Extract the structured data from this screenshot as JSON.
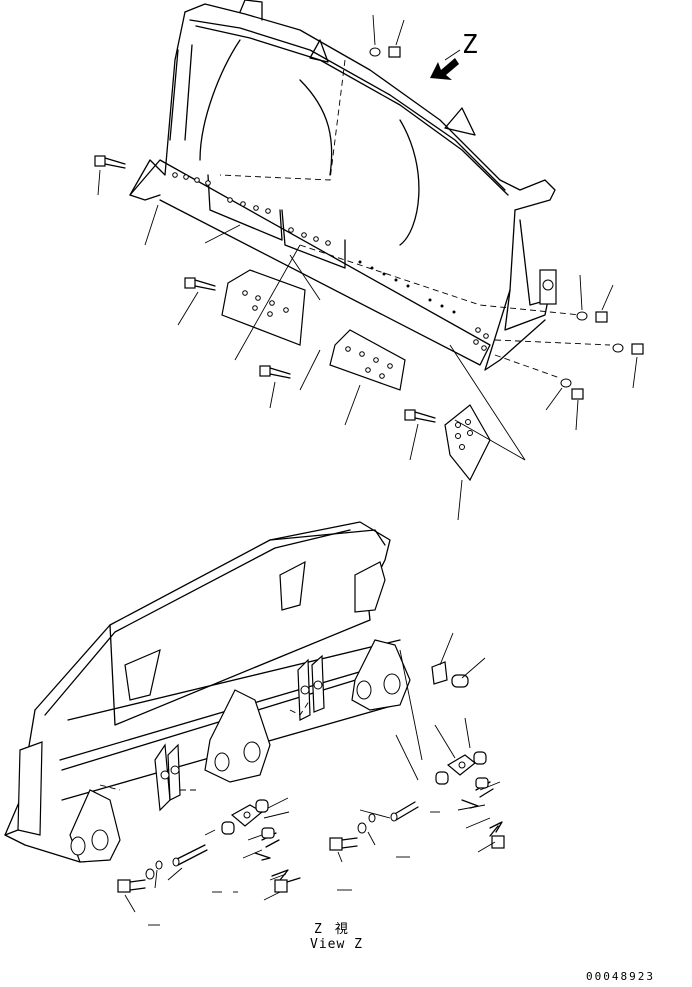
{
  "view_marker": "Z",
  "view_caption_jp": "Z　視",
  "view_caption_en": "View Z",
  "drawing_number": "00048923"
}
